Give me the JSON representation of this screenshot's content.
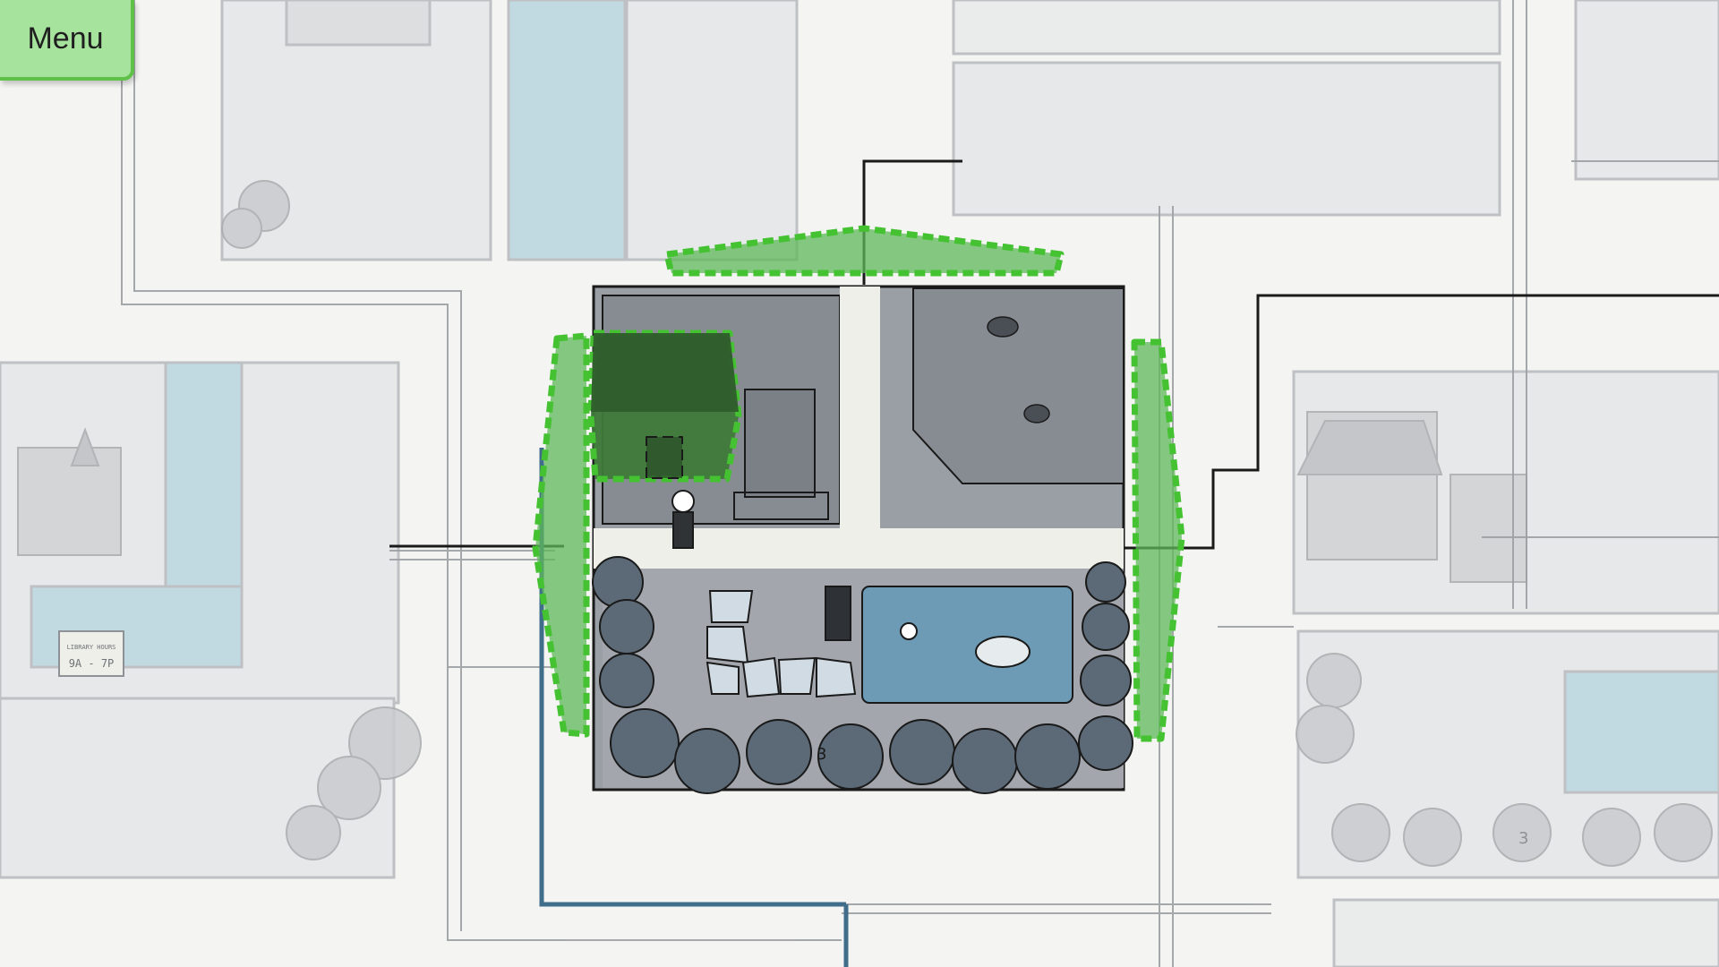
{
  "menu": {
    "label": "Menu"
  },
  "signs": {
    "library_hours_line1": "LIBRARY HOURS",
    "library_hours_line2": "9A - 7P"
  },
  "tile_numbers": {
    "current_tile": "3",
    "neighbor_tile": "3"
  },
  "colors": {
    "highlight_fill": "#5fb85a",
    "highlight_border": "#45c232",
    "current_tile_ground": "#a9adb3",
    "water": "#6d9ab5",
    "faded_water": "#b9d6e0"
  },
  "icons": [
    "house-icon",
    "character-icon",
    "duck-icon",
    "bench-icon",
    "pond-icon",
    "tree-icon",
    "castle-icon"
  ]
}
